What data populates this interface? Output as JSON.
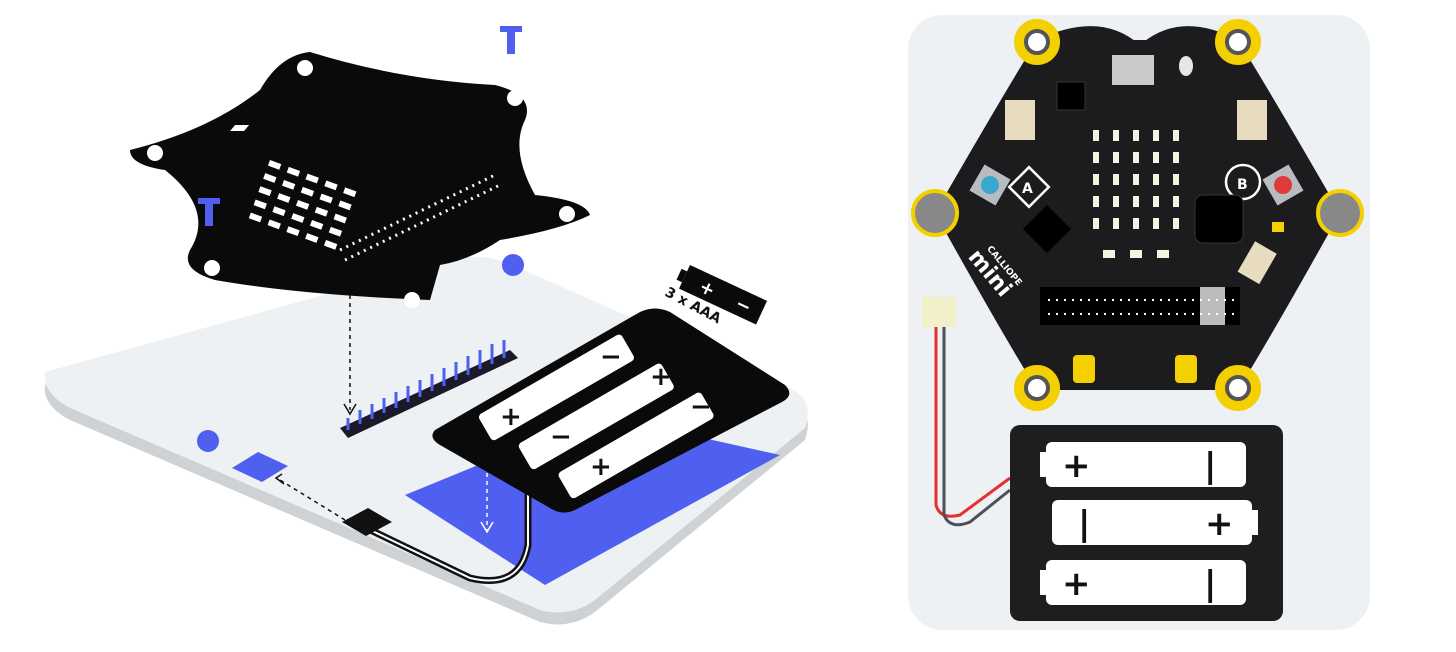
{
  "left_illustration": {
    "battery_label": "3 x AAA",
    "plus": "+",
    "minus": "−"
  },
  "right_illustration": {
    "button_a": "A",
    "button_b": "B",
    "brand_small": "CALLIOPE",
    "brand_large": "mini",
    "plus": "+",
    "minus": "|"
  },
  "colors": {
    "accent_blue": "#4f5ff0",
    "plate": "#eef1f3",
    "board": "#111111",
    "pad_yellow": "#f5d000"
  }
}
